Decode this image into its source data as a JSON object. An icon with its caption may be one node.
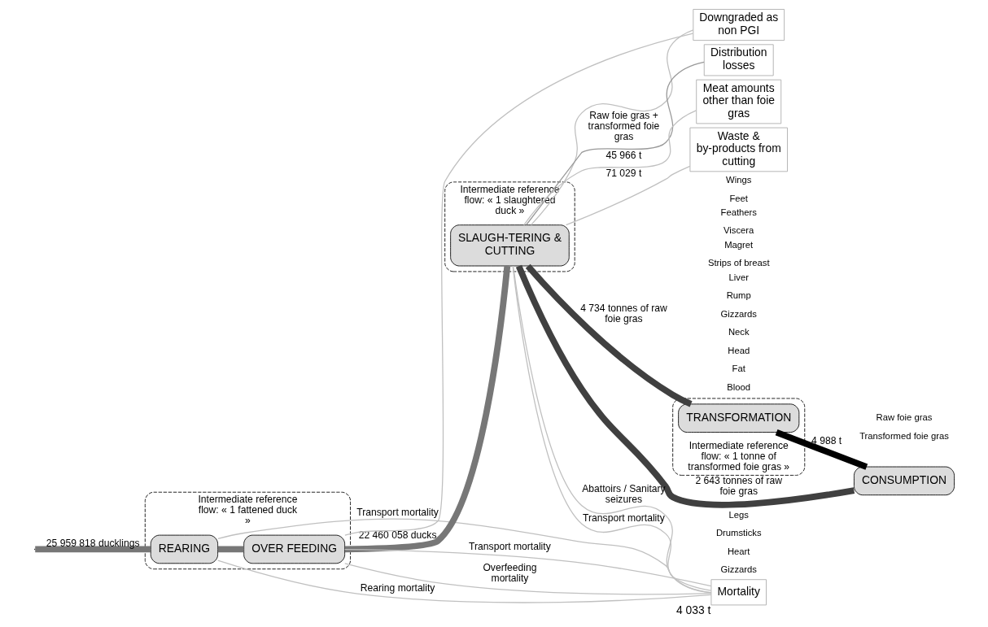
{
  "diagram": {
    "nodes": [
      {
        "text": [
          "Intermediate reference flow: « 1 fattened duck »"
        ]
      },
      {
        "text": [
          "REARING"
        ],
        "in": 0
      },
      {
        "text": [
          "OVER FEEDING"
        ],
        "in": 0
      },
      {
        "text": [
          "Intermediate reference flow: « 1 slaughtered duck »"
        ]
      },
      {
        "text": [
          "SLAUGH-TERING & CUTTING"
        ],
        "in": 3
      },
      {
        "text": [
          "Intermediate reference flow: « 1 tonne of transformed foie gras »"
        ]
      },
      {
        "text": [
          "TRANSFORMATION"
        ],
        "in": 5
      },
      {
        "text": [
          "CONSUMPTION"
        ]
      },
      {
        "text": [
          "Downgraded as non PGI"
        ]
      },
      {
        "text": [
          "Distribution losses"
        ]
      },
      {
        "text": [
          "Meat amounts other than foie gras"
        ]
      },
      {
        "text": [
          "Waste & by-products from cutting"
        ]
      },
      {
        "text": [
          "Mortality"
        ],
        "beside": [
          "4 033 t"
        ]
      }
    ],
    "edges": [
      {
        "from": null,
        "to": 1,
        "arrow": "none",
        "label": "25 959 818 ducklings",
        "style": "thick",
        "color": "#777777"
      },
      {
        "from": 1,
        "to": 2,
        "arrow": "none",
        "style": "thick",
        "color": "#777777"
      },
      {
        "from": 2,
        "to": 4,
        "arrow": "none",
        "label": "22 460 058 ducks",
        "style": "thick",
        "color": "#777777"
      },
      {
        "from": 4,
        "to": 7,
        "arrow": "none",
        "label": "2 643 tonnes of raw foie gras",
        "style": "thick",
        "color": "#404040"
      },
      {
        "from": 4,
        "to": 6,
        "arrow": "none",
        "label": "4 734 tonnes of raw foie gras",
        "style": "thick",
        "color": "#404040"
      },
      {
        "from": 6,
        "to": 7,
        "arrow": "none",
        "label": "4 988 t",
        "style": "thick",
        "color": "#000000"
      },
      {
        "from": 4,
        "to": 9,
        "arrow": "none",
        "label": "Raw foie gras + transformed foie gras"
      },
      {
        "from": 2,
        "to": 8,
        "arrow": "none",
        "color": "#c0c0c0"
      },
      {
        "from": 4,
        "to": 8,
        "arrow": "none",
        "color": "#c0c0c0"
      },
      {
        "from": 4,
        "to": 10,
        "arrow": "none",
        "label": "45 966 t",
        "color": "#c0c0c0"
      },
      {
        "from": 4,
        "to": 11,
        "arrow": "none",
        "label": "71 029 t",
        "color": "#c0c0c0"
      },
      {
        "from": 1,
        "to": 12,
        "arrow": "none",
        "label": "Transport mortality",
        "color": "#c0c0c0"
      },
      {
        "from": 1,
        "to": 12,
        "arrow": "none",
        "label": "Rearing mortality",
        "color": "#c0c0c0"
      },
      {
        "from": 2,
        "to": 12,
        "arrow": "none",
        "label": "Transport mortality",
        "color": "#c0c0c0"
      },
      {
        "from": 2,
        "to": 12,
        "arrow": "none",
        "label": "Overfeeding mortality",
        "color": "#c0c0c0"
      },
      {
        "from": 4,
        "to": 12,
        "arrow": "none",
        "label": "Transport mortality",
        "color": "#c0c0c0"
      },
      {
        "from": 4,
        "to": 12,
        "arrow": "none",
        "label": "Abattoirs / Sanitary seizures",
        "color": "#c0c0c0"
      }
    ],
    "labels": [
      "Feathers",
      "Viscera",
      "Feet",
      "Wings",
      "Liver",
      "Rump",
      "Gizzards",
      "Neck",
      "Head",
      "Fat",
      "Blood",
      "Magret",
      "Strips of breast",
      "Legs",
      "Drumsticks",
      "Heart",
      "Gizzards",
      "Raw foie gras",
      "Transformed foie gras"
    ]
  }
}
